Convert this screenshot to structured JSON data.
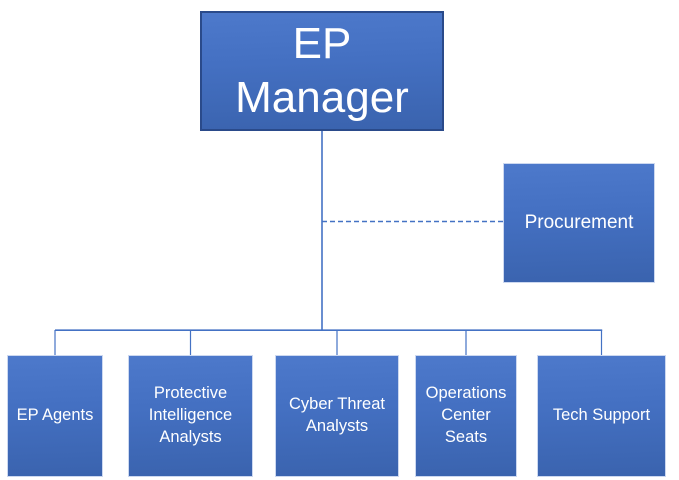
{
  "org_chart": {
    "root": {
      "label": "EP\nManager"
    },
    "assistant": {
      "label": "Procurement"
    },
    "children": [
      {
        "label": "EP Agents"
      },
      {
        "label": "Protective Intelligence Analysts"
      },
      {
        "label": "Cyber Threat Analysts"
      },
      {
        "label": "Operations Center Seats"
      },
      {
        "label": "Tech Support"
      }
    ]
  },
  "colors": {
    "background": "#ffffff",
    "node_fill_top": "#4d79cb",
    "node_fill_mid": "#4470c2",
    "node_fill_bottom": "#3a63ae",
    "node_border": "#ccd8f0",
    "root_border": "#2a4a8a",
    "connector": "#4472c4",
    "node_text": "#ffffff"
  }
}
